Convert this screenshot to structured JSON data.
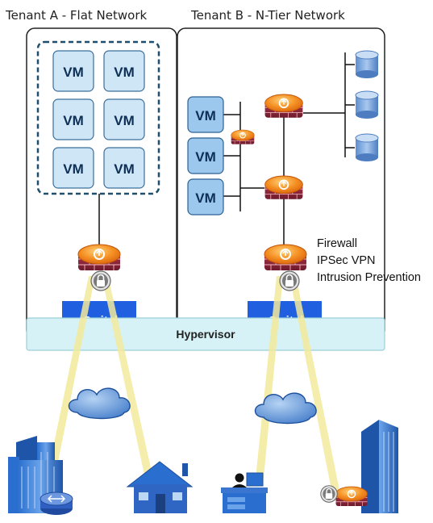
{
  "tenant_a": {
    "title": "Tenant A - Flat Network",
    "vm_label": "VM",
    "vswitch_label": "vSwitch"
  },
  "tenant_b": {
    "title": "Tenant B - N-Tier Network",
    "vm_label": "VM",
    "vswitch_label": "vSwitch",
    "features": [
      "Firewall",
      "IPSec VPN",
      "Intrusion Prevention"
    ]
  },
  "hypervisor": {
    "label": "Hypervisor"
  },
  "colors": {
    "vm_fill": "#cfe6f7",
    "vm_fill_b": "#9cc8ee",
    "vswitch_fill": "#1f5fe0",
    "hypervisor_fill": "#d6f2f6",
    "firewall_orange": "#f28a1e",
    "tunnel_yellow": "#f3ea9c",
    "dash_border": "#1f4e6e"
  },
  "icons": [
    "firewall-icon",
    "lock-icon",
    "cloud-icon",
    "database-icon",
    "office-building-icon",
    "router-icon",
    "house-icon",
    "user-desk-icon",
    "skyscraper-icon"
  ]
}
